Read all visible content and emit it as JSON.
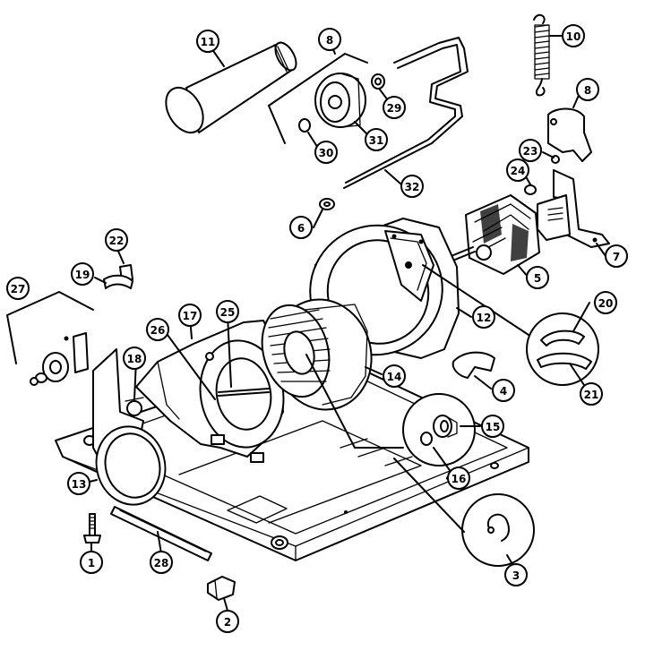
{
  "callouts": [
    {
      "id": "c11",
      "label": "11"
    },
    {
      "id": "c8a",
      "label": "8"
    },
    {
      "id": "c10",
      "label": "10"
    },
    {
      "id": "c29",
      "label": "29"
    },
    {
      "id": "c31",
      "label": "31"
    },
    {
      "id": "c30",
      "label": "30"
    },
    {
      "id": "c8b",
      "label": "8"
    },
    {
      "id": "c23",
      "label": "23"
    },
    {
      "id": "c24",
      "label": "24"
    },
    {
      "id": "c32",
      "label": "32"
    },
    {
      "id": "c6",
      "label": "6"
    },
    {
      "id": "c22",
      "label": "22"
    },
    {
      "id": "c19a",
      "label": "19"
    },
    {
      "id": "c7",
      "label": "7"
    },
    {
      "id": "c5",
      "label": "5"
    },
    {
      "id": "c27",
      "label": "27"
    },
    {
      "id": "c20",
      "label": "20"
    },
    {
      "id": "c25",
      "label": "25"
    },
    {
      "id": "c17",
      "label": "17"
    },
    {
      "id": "c12",
      "label": "12"
    },
    {
      "id": "c26",
      "label": "26"
    },
    {
      "id": "c18",
      "label": "18"
    },
    {
      "id": "c14",
      "label": "14"
    },
    {
      "id": "c4",
      "label": "4"
    },
    {
      "id": "c21",
      "label": "21"
    },
    {
      "id": "c15",
      "label": "15"
    },
    {
      "id": "c16",
      "label": "16"
    },
    {
      "id": "c13",
      "label": "13"
    },
    {
      "id": "c1",
      "label": "1"
    },
    {
      "id": "c28",
      "label": "28"
    },
    {
      "id": "c3",
      "label": "3"
    },
    {
      "id": "c2",
      "label": "2"
    }
  ]
}
